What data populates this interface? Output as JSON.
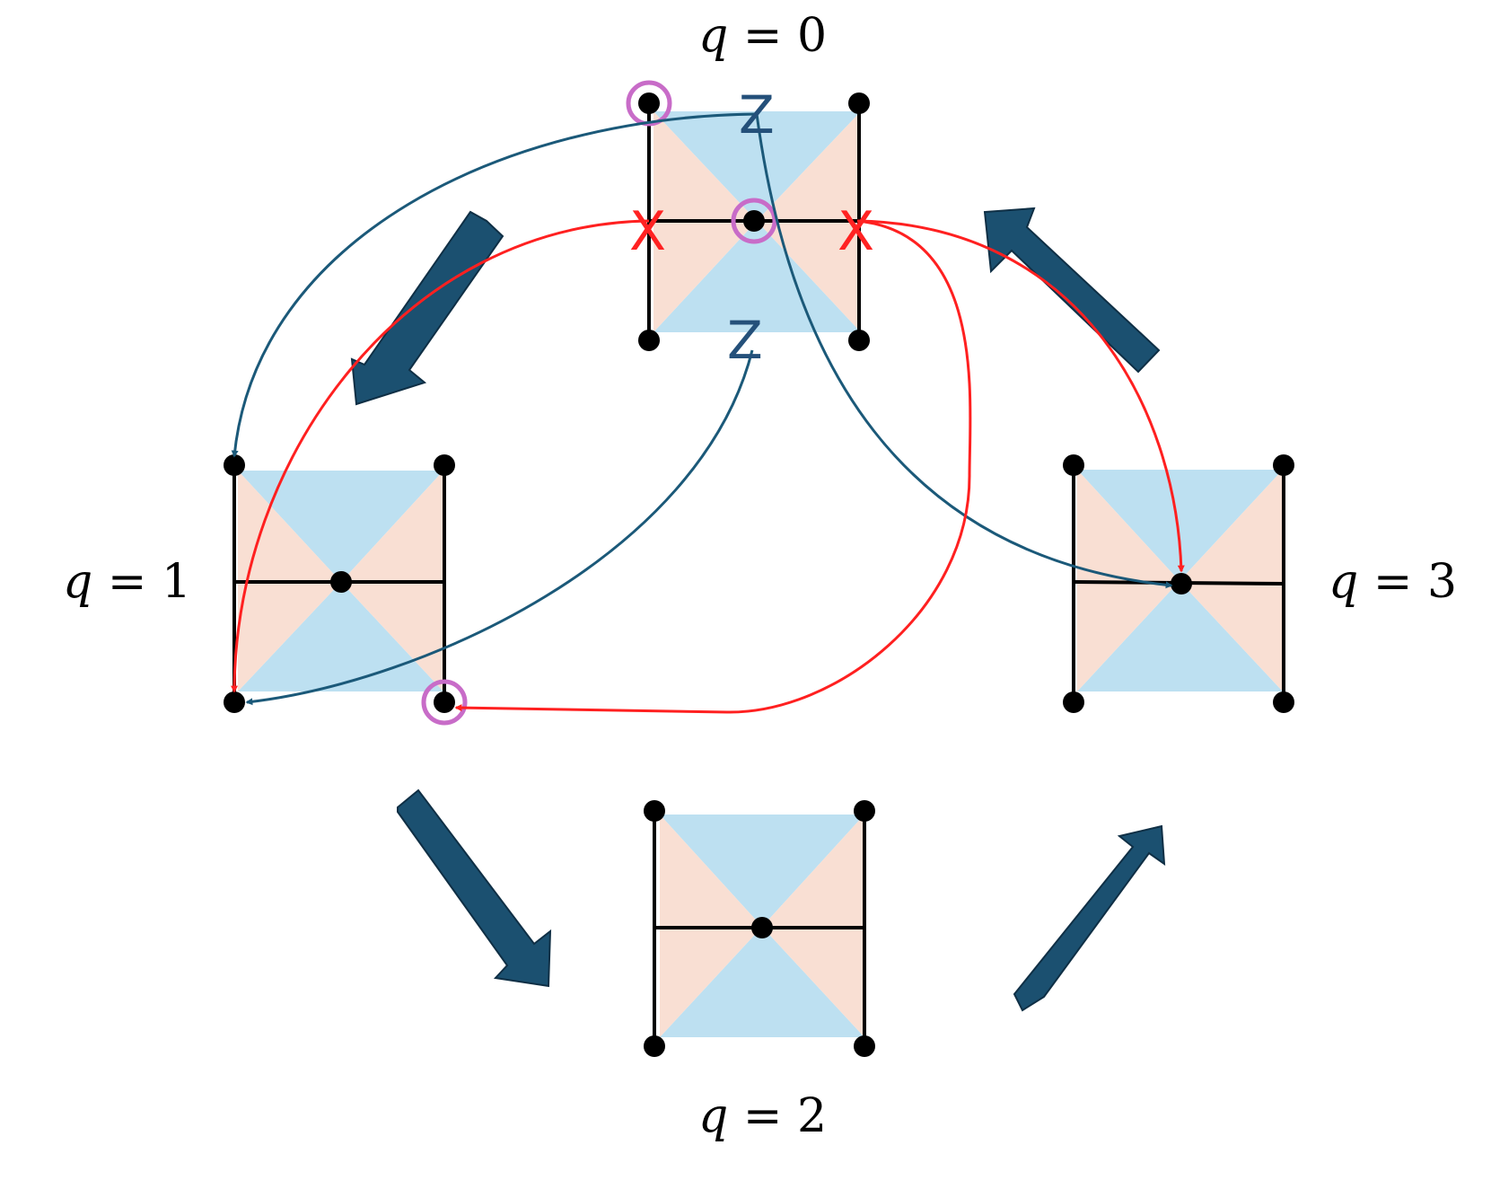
{
  "labels": {
    "q0": {
      "variable": "q",
      "equals": "=",
      "value": "0"
    },
    "q1": {
      "variable": "q",
      "equals": "=",
      "value": "1"
    },
    "q2": {
      "variable": "q",
      "equals": "=",
      "value": "2"
    },
    "q3": {
      "variable": "q",
      "equals": "=",
      "value": "3"
    }
  },
  "marks": {
    "z_top": "Z",
    "z_bottom": "Z",
    "x_left": "X",
    "x_right": "X"
  },
  "colors": {
    "quadrant_blue": "#bde0f1",
    "quadrant_peach": "#f9dfd3",
    "cycle_arrow": "#1b5070",
    "blue_curve": "#1b5979",
    "red_curve": "#ff2020",
    "highlight_ring": "#c86cc8",
    "line": "#000000"
  }
}
